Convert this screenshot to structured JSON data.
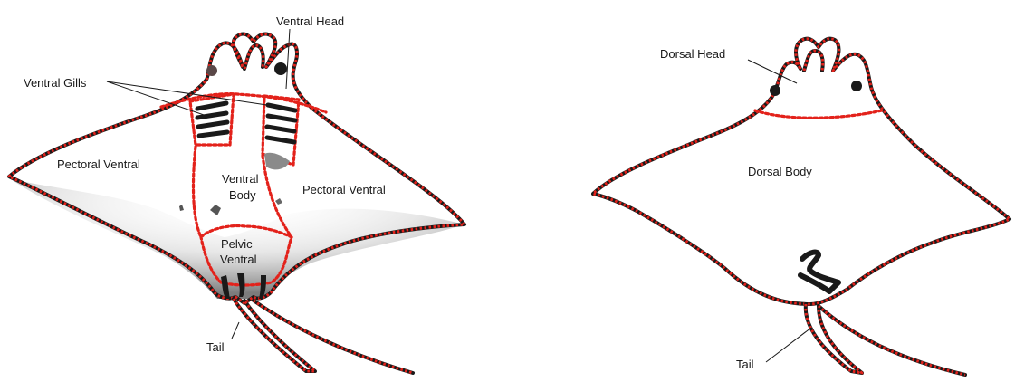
{
  "ventral_view": {
    "labels": {
      "head": "Ventral Head",
      "gills": "Ventral Gills",
      "pectoral_left": "Pectoral Ventral",
      "pectoral_right": "Pectoral Ventral",
      "body_line1": "Ventral",
      "body_line2": "Body",
      "pelvic_line1": "Pelvic",
      "pelvic_line2": "Ventral",
      "tail": "Tail"
    }
  },
  "dorsal_view": {
    "labels": {
      "head": "Dorsal Head",
      "body": "Dorsal Body",
      "tail": "Tail"
    }
  },
  "colors": {
    "outline": "#1a1a1a",
    "region_boundary": "#e3221b",
    "shading": "#9a9a9a"
  }
}
